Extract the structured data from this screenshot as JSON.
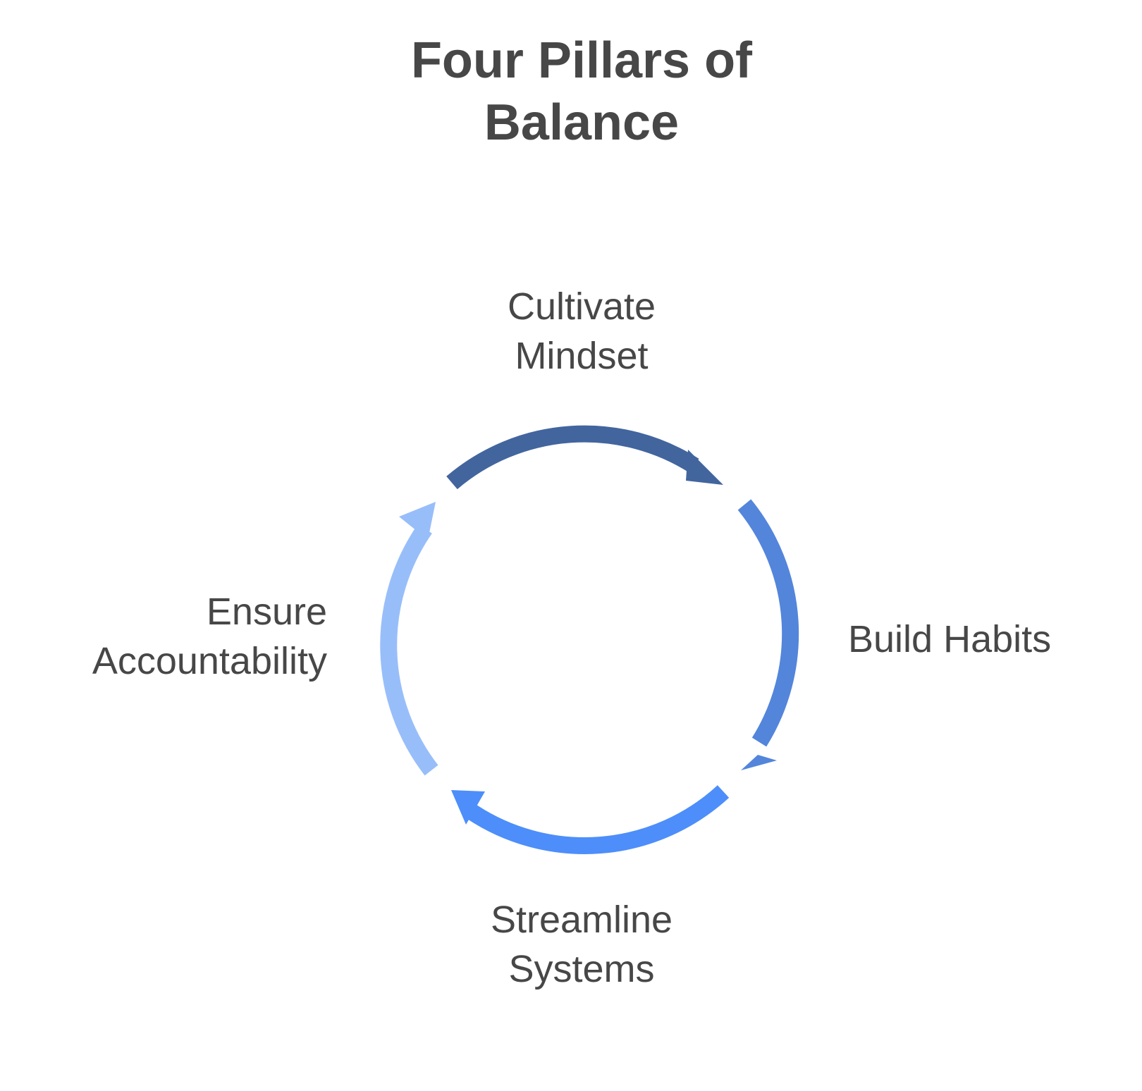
{
  "title": {
    "line1": "Four Pillars of",
    "line2": "Balance"
  },
  "steps": [
    {
      "line1": "Cultivate",
      "line2": "Mindset",
      "color": "#42659E"
    },
    {
      "line1": "Build Habits",
      "line2": "",
      "color": "#5385DB"
    },
    {
      "line1": "Streamline",
      "line2": "Systems",
      "color": "#4D8EFA"
    },
    {
      "line1": "Ensure",
      "line2": "Accountability",
      "color": "#98BEFA"
    }
  ],
  "text_color": "#474747",
  "background": "#FFFFFF"
}
